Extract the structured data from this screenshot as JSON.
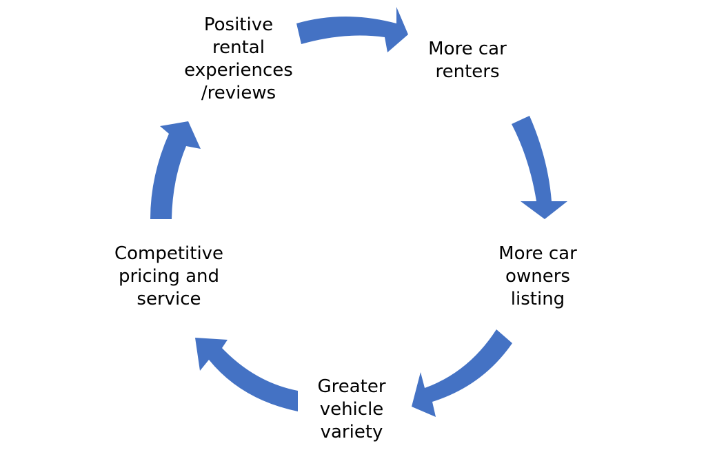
{
  "cycle": {
    "arrow_color": "#4472C4",
    "nodes": [
      {
        "label": "Positive\nrental\nexperiences\n/reviews"
      },
      {
        "label": "More car\nrenters"
      },
      {
        "label": "More car\nowners\nlisting"
      },
      {
        "label": "Greater\nvehicle\nvariety"
      },
      {
        "label": "Competitive\npricing and\nservice"
      }
    ]
  }
}
